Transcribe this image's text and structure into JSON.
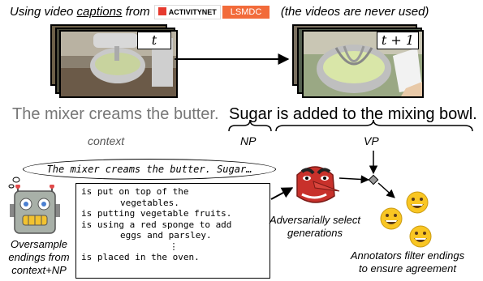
{
  "header": {
    "prefix": "Using video ",
    "captions_word": "captions",
    "from_word": " from ",
    "logo_activitynet": "ACTIVITYNET",
    "logo_lsmdc": "LSMDC",
    "suffix": "(the videos are never used)"
  },
  "frames": {
    "left_label": "t",
    "right_label": "t + 1"
  },
  "sentences": {
    "context": "The mixer creams the butter.",
    "np": "Sugar",
    "vp": " is added to the mixing bowl."
  },
  "labels": {
    "context": "context",
    "np": "NP",
    "vp": "VP"
  },
  "bubble": "The mixer creams the butter. Sugar…",
  "endings": [
    "is put on top of the",
    "vegetables.",
    "is putting vegetable fruits.",
    "is using a red sponge to add",
    "eggs and parsley.",
    "⋮",
    "is placed in the oven."
  ],
  "captions": {
    "oversample": [
      "Oversample",
      "endings from",
      "context+NP"
    ],
    "adversarial": [
      "Adversarially select",
      "generations"
    ],
    "annotators": [
      "Annotators filter endings",
      "to ensure agreement"
    ]
  },
  "colors": {
    "logo_red": "#e63a2e",
    "logo_orange": "#f26b3a",
    "context_gray": "#777777",
    "mask_red": "#c8312b",
    "emoji_yellow": "#f9c623"
  },
  "icons": [
    "robot-icon",
    "tengu-mask-icon",
    "grinning-face-icon"
  ]
}
